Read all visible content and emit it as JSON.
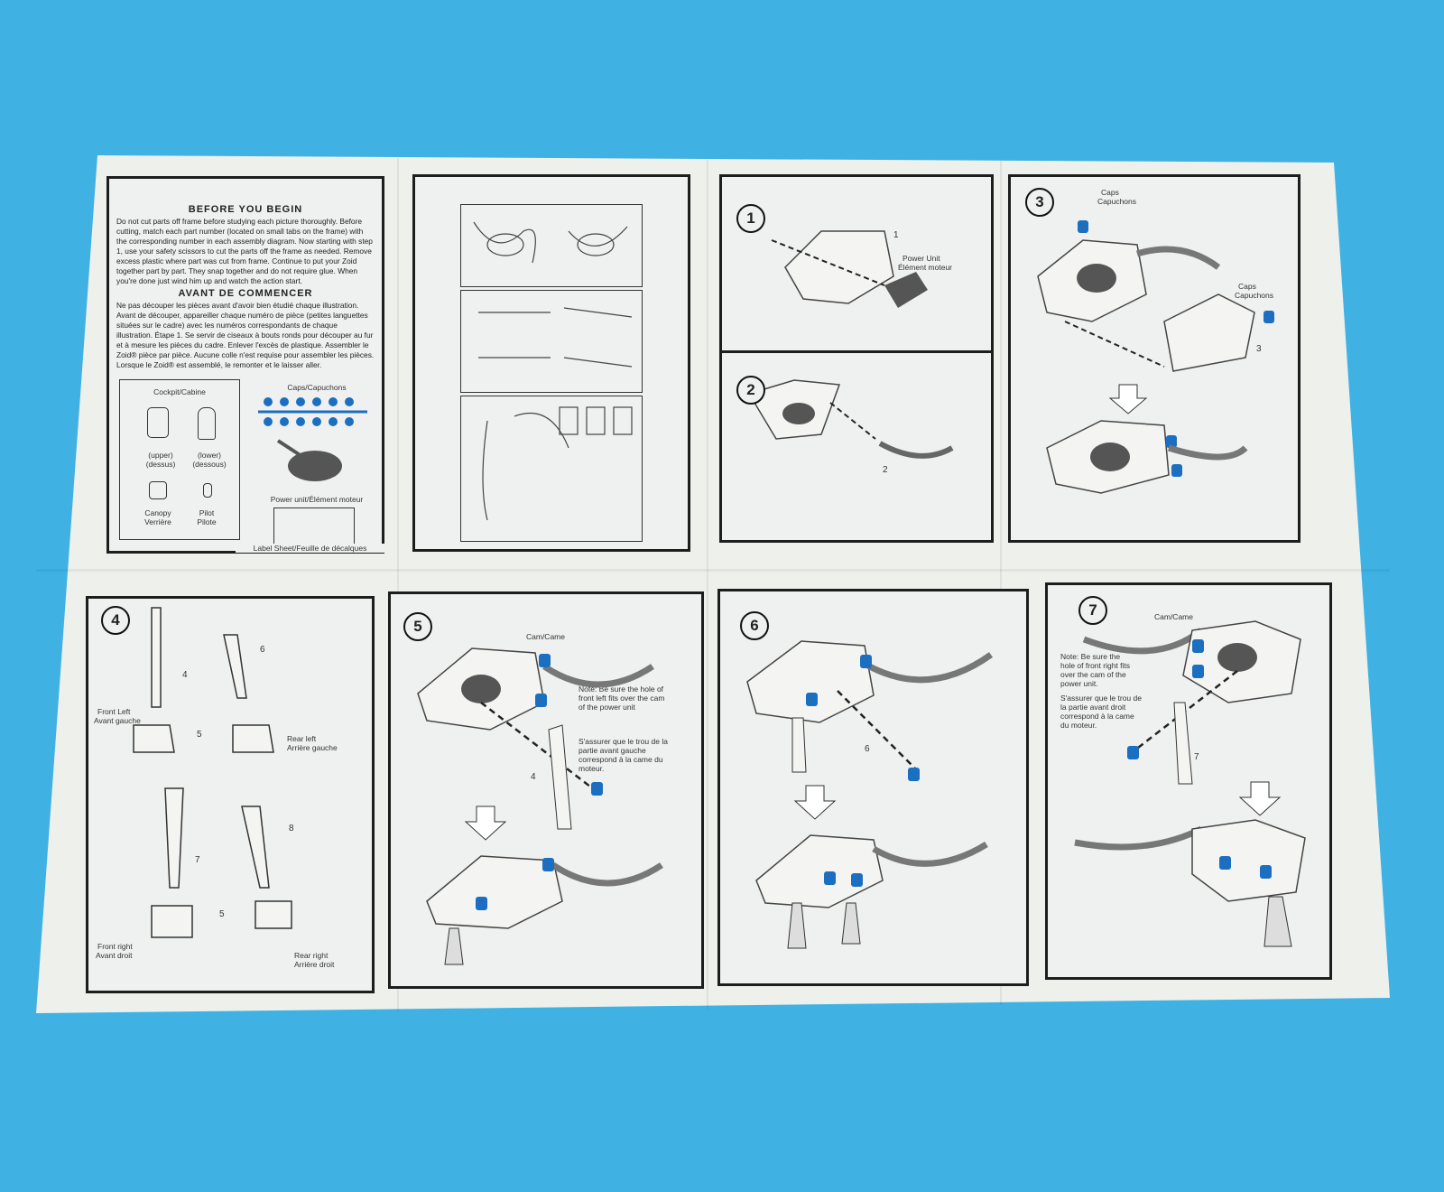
{
  "intro": {
    "en_title": "BEFORE YOU BEGIN",
    "en_body": "Do not cut parts off frame before studying each picture thoroughly. Before cutting, match each part number (located on small tabs on the frame) with the corresponding number in each assembly diagram. Now starting with step 1, use your safety scissors to cut the parts off the frame as needed. Remove excess plastic where part was cut from frame. Continue to put your Zoid together part by part. They snap together and do not require glue. When you're done just wind him up and watch the action start.",
    "fr_title": "AVANT DE COMMENCER",
    "fr_body": "Ne pas découper les pièces avant d'avoir bien étudié chaque illustration. Avant de découper, appareiller chaque numéro de pièce (petites languettes situées sur le cadre) avec les numéros correspondants de chaque illustration. Étape 1. Se servir de ciseaux à bouts ronds pour découper au fur et à mesure les pièces du cadre. Enlever l'excès de plastique. Assembler le Zoid® pièce par pièce. Aucune colle n'est requise pour assembler les pièces. Lorsque le Zoid® est assemblé, le remonter et le laisser aller.",
    "cockpit_title": "Cockpit/Cabine",
    "upper": "(upper) (dessus)",
    "lower": "(lower) (dessous)",
    "canopy": "Canopy Verrière",
    "pilot": "Pilot Pilote",
    "caps": "Caps/Capuchons",
    "power_unit": "Power unit/Élément moteur",
    "label_sheet": "Label Sheet/Feuille de décalques"
  },
  "steps": {
    "s1": {
      "num": "1",
      "part": "1",
      "power": "Power Unit",
      "power_fr": "Élément moteur"
    },
    "s2": {
      "num": "2",
      "part": "2"
    },
    "s3": {
      "num": "3",
      "caps": "Caps",
      "caps_fr": "Capuchons",
      "caps2": "Caps",
      "caps2_fr": "Capuchons",
      "part": "3"
    },
    "s4": {
      "num": "4",
      "p4": "4",
      "p6": "6",
      "p5a": "5",
      "p7": "7",
      "p8": "8",
      "p5b": "5",
      "front_left": "Front Left",
      "front_left_fr": "Avant gauche",
      "rear_left": "Rear left",
      "rear_left_fr": "Arrière gauche",
      "front_right": "Front right",
      "front_right_fr": "Avant droit",
      "rear_right": "Rear right",
      "rear_right_fr": "Arrière droit"
    },
    "s5": {
      "num": "5",
      "cam": "Cam/Came",
      "part": "4",
      "note": "Note: Be sure the hole of front left fits over the cam of the power unit",
      "note_fr": "S'assurer que le trou de la partie avant gauche correspond à la came du moteur."
    },
    "s6": {
      "num": "6",
      "part": "6"
    },
    "s7": {
      "num": "7",
      "cam": "Cam/Came",
      "part": "7",
      "note": "Note: Be sure the hole of front right fits over the cam of the power unit.",
      "note_fr": "S'assurer que le trou de la partie avant droit correspond à la came du moteur."
    }
  },
  "colors": {
    "background": "#3fb2e3",
    "cap_blue": "#1c6fc0",
    "paper": "#eef0ec"
  }
}
